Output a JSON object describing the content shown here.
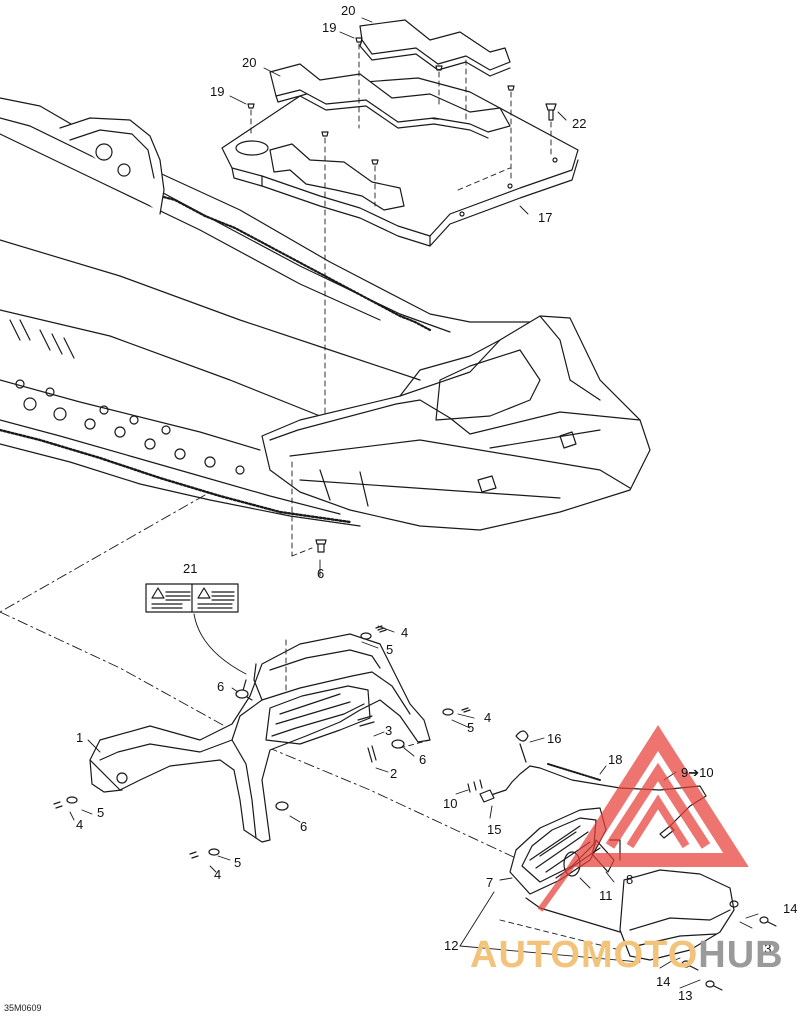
{
  "diagram": {
    "document_code": "35M0609",
    "watermark": {
      "brand_part1": "AUTOMOTO",
      "brand_part2": "HUB",
      "primary_color": "#e8403a",
      "accent_color": "#f2c37a",
      "secondary_color": "#9a9a9a"
    },
    "line_color": "#1a1a1a",
    "callouts": [
      {
        "id": "c20a",
        "label": "20"
      },
      {
        "id": "c19a",
        "label": "19"
      },
      {
        "id": "c20b",
        "label": "20"
      },
      {
        "id": "c19b",
        "label": "19"
      },
      {
        "id": "c22",
        "label": "22"
      },
      {
        "id": "c17",
        "label": "17"
      },
      {
        "id": "c6a",
        "label": "6"
      },
      {
        "id": "c21",
        "label": "21"
      },
      {
        "id": "c4a",
        "label": "4"
      },
      {
        "id": "c5a",
        "label": "5"
      },
      {
        "id": "c6b",
        "label": "6"
      },
      {
        "id": "c4b",
        "label": "4"
      },
      {
        "id": "c5b",
        "label": "5"
      },
      {
        "id": "c1",
        "label": "1"
      },
      {
        "id": "c3",
        "label": "3"
      },
      {
        "id": "c6c",
        "label": "6"
      },
      {
        "id": "c16",
        "label": "16"
      },
      {
        "id": "c2",
        "label": "2"
      },
      {
        "id": "c18",
        "label": "18"
      },
      {
        "id": "c9to10",
        "label": "9➔10"
      },
      {
        "id": "c4c",
        "label": "4"
      },
      {
        "id": "c5c",
        "label": "5"
      },
      {
        "id": "c10",
        "label": "10"
      },
      {
        "id": "c15",
        "label": "15"
      },
      {
        "id": "c6d",
        "label": "6"
      },
      {
        "id": "c5d",
        "label": "5"
      },
      {
        "id": "c4d",
        "label": "4"
      },
      {
        "id": "c8",
        "label": "8"
      },
      {
        "id": "c7",
        "label": "7"
      },
      {
        "id": "c11",
        "label": "11"
      },
      {
        "id": "c14a",
        "label": "14"
      },
      {
        "id": "c12",
        "label": "12"
      },
      {
        "id": "c13a",
        "label": "13"
      },
      {
        "id": "c14b",
        "label": "14"
      },
      {
        "id": "c13b",
        "label": "13"
      }
    ]
  }
}
